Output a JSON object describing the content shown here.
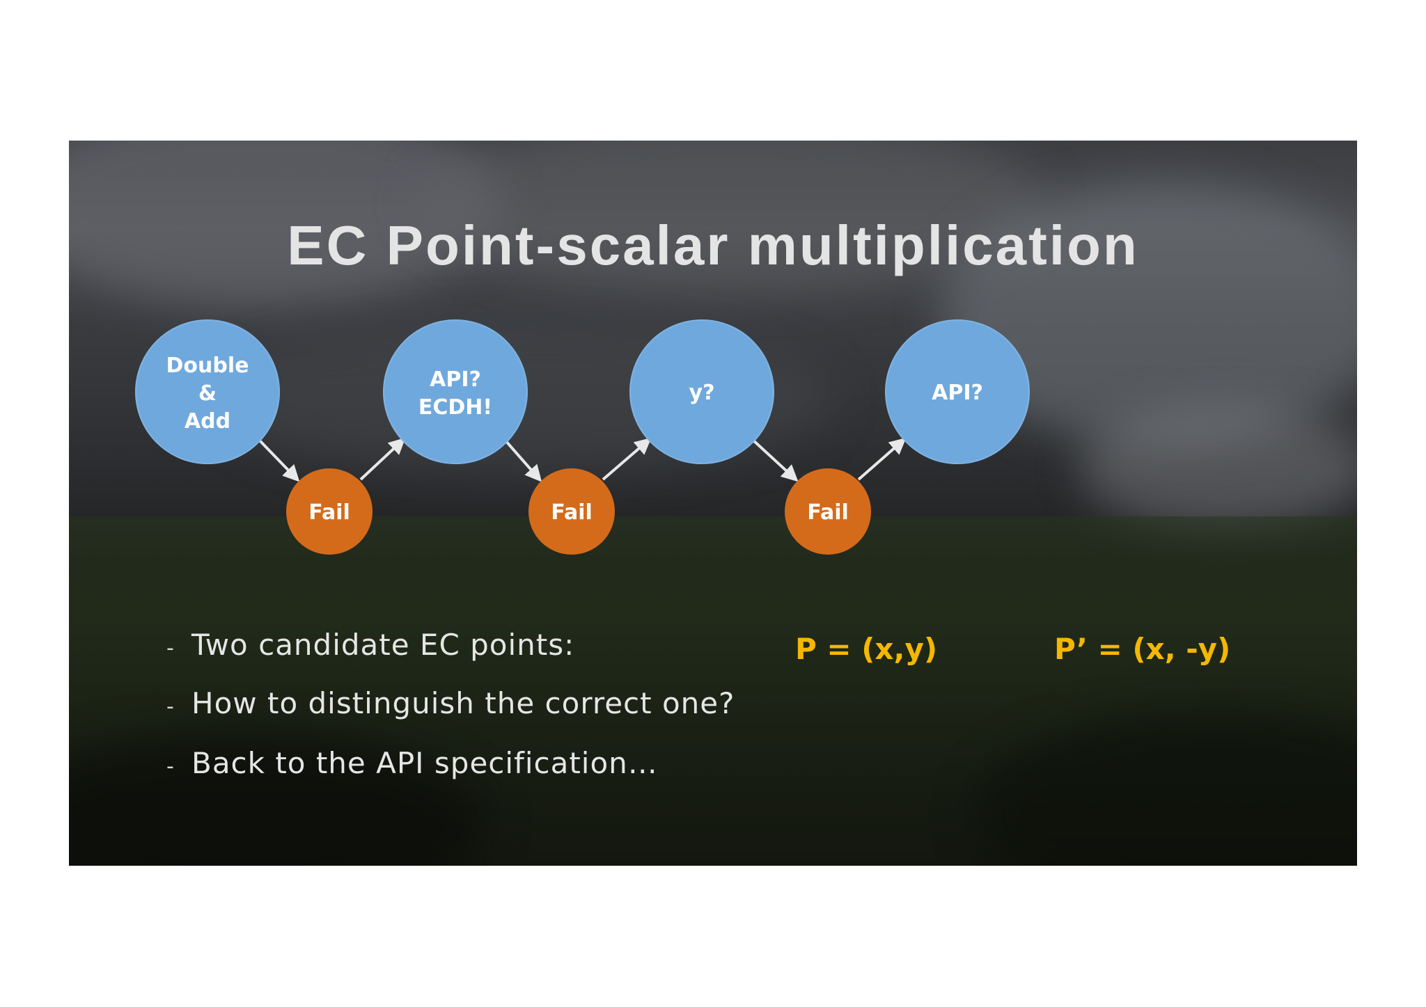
{
  "slide": {
    "title": "EC Point-scalar multiplication"
  },
  "diagram": {
    "nodes": [
      {
        "id": "double-add",
        "lines": [
          "Double",
          "&",
          "Add"
        ],
        "kind": "step"
      },
      {
        "id": "fail-1",
        "lines": [
          "Fail"
        ],
        "kind": "fail"
      },
      {
        "id": "api-ecdh",
        "lines": [
          "API?",
          "ECDH!"
        ],
        "kind": "step"
      },
      {
        "id": "fail-2",
        "lines": [
          "Fail"
        ],
        "kind": "fail"
      },
      {
        "id": "y",
        "lines": [
          "y?"
        ],
        "kind": "step"
      },
      {
        "id": "fail-3",
        "lines": [
          "Fail"
        ],
        "kind": "fail"
      },
      {
        "id": "api",
        "lines": [
          "API?"
        ],
        "kind": "step"
      }
    ],
    "colors": {
      "step": "#6fa8dc",
      "fail": "#d46b1b",
      "arrow": "#e8e8e8",
      "point_text": "#f5b800"
    }
  },
  "bullets": [
    {
      "dash": "-",
      "text": "Two candidate EC points:"
    },
    {
      "dash": "-",
      "text": "How to distinguish the correct one?"
    },
    {
      "dash": "-",
      "text": "Back to the API specification…"
    }
  ],
  "points": {
    "p": "P = (x,y)",
    "p_prime": "P’ = (x, -y)"
  }
}
